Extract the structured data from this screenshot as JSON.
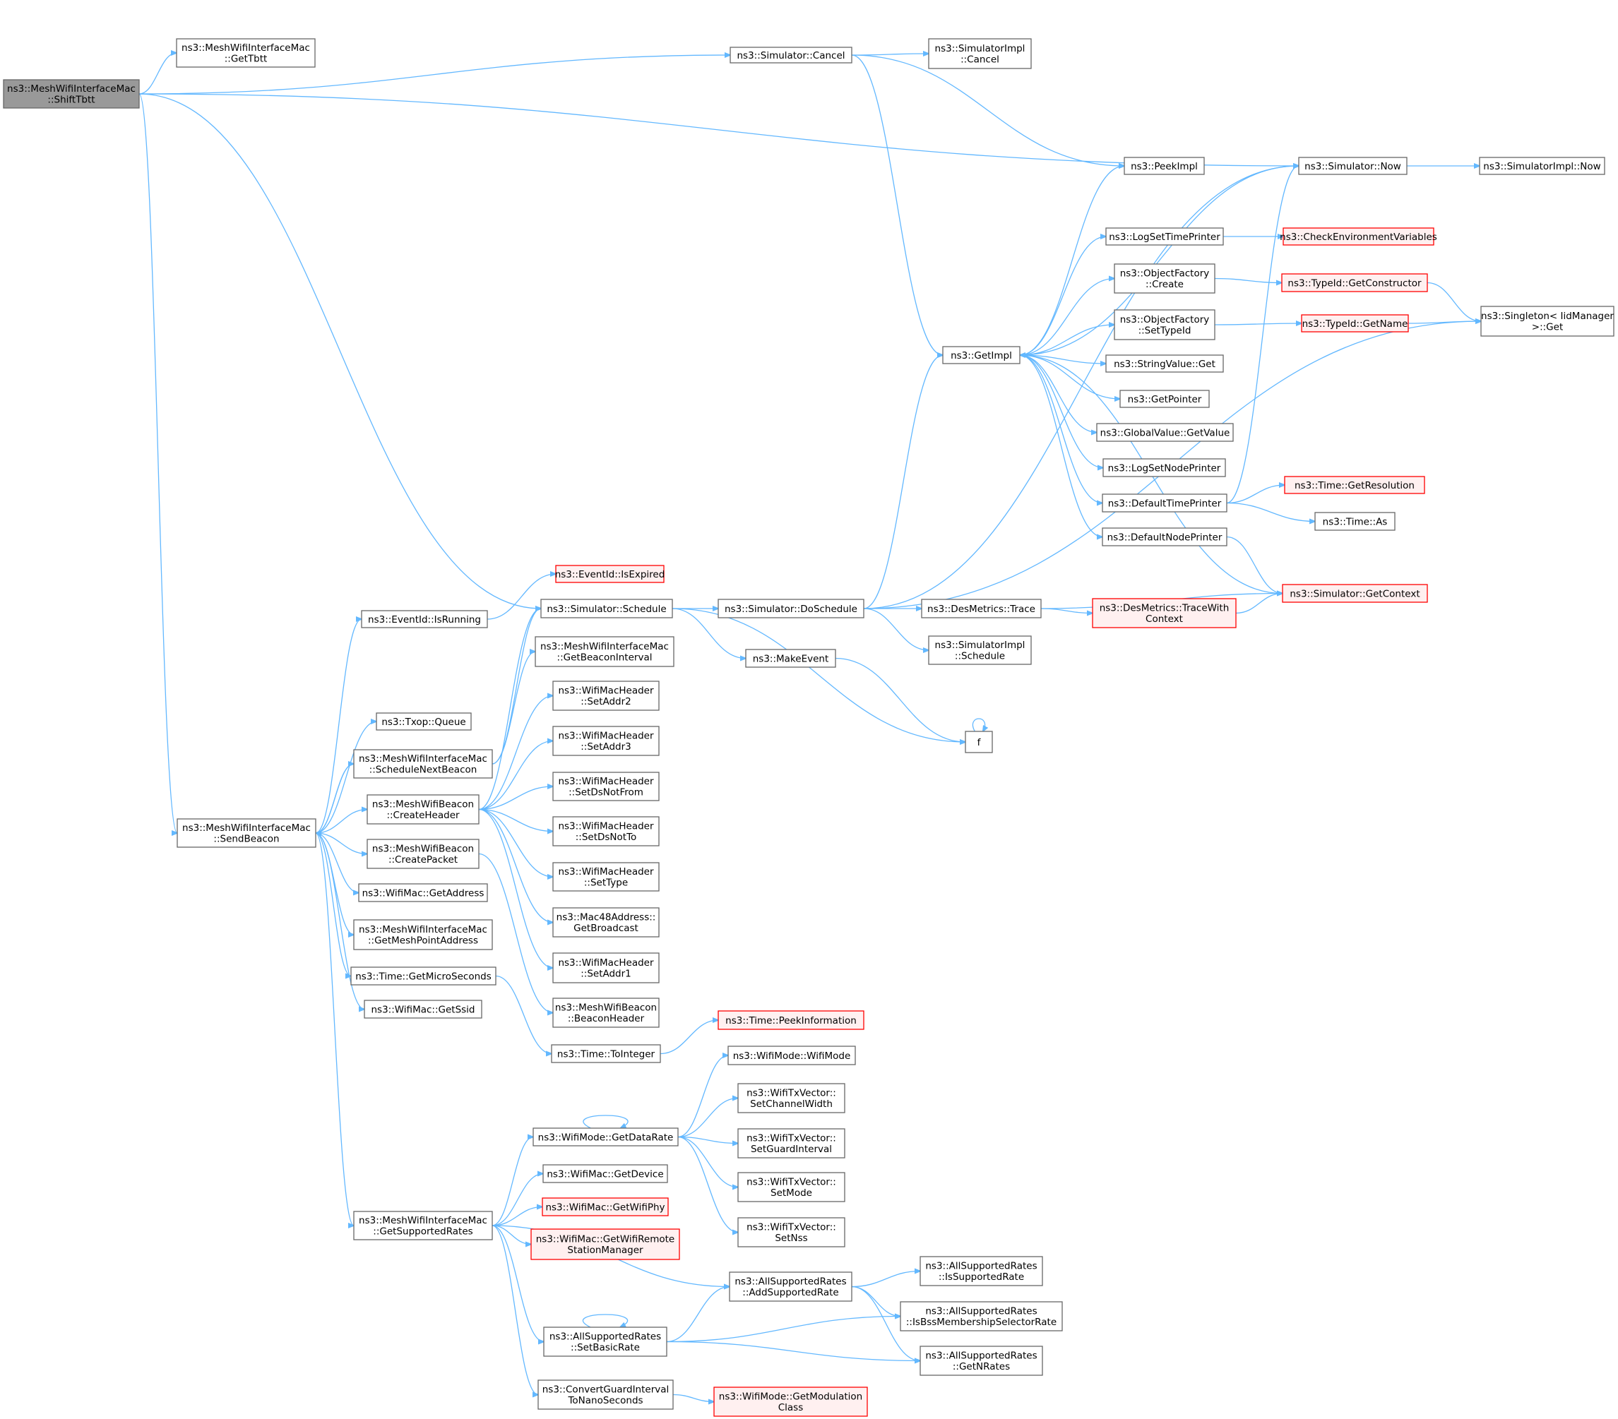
{
  "nodes": [
    {
      "id": "ShiftTbtt",
      "lines": [
        "ns3::MeshWifiInterfaceMac",
        "::ShiftTbtt"
      ],
      "style": "root"
    },
    {
      "id": "GetTbtt",
      "lines": [
        "ns3::MeshWifiInterfaceMac",
        "::GetTbtt"
      ]
    },
    {
      "id": "SimCancel",
      "lines": [
        "ns3::Simulator::Cancel"
      ]
    },
    {
      "id": "SimImplCancel",
      "lines": [
        "ns3::SimulatorImpl",
        "::Cancel"
      ]
    },
    {
      "id": "PeekImpl",
      "lines": [
        "ns3::PeekImpl"
      ]
    },
    {
      "id": "SimNow",
      "lines": [
        "ns3::Simulator::Now"
      ]
    },
    {
      "id": "SimImplNow",
      "lines": [
        "ns3::SimulatorImpl::Now"
      ]
    },
    {
      "id": "LogSetTimePrinter",
      "lines": [
        "ns3::LogSetTimePrinter"
      ]
    },
    {
      "id": "CheckEnv",
      "lines": [
        "ns3::CheckEnvironmentVariables"
      ],
      "style": "trunc"
    },
    {
      "id": "OFCreate",
      "lines": [
        "ns3::ObjectFactory",
        "::Create"
      ]
    },
    {
      "id": "GetConstructor",
      "lines": [
        "ns3::TypeId::GetConstructor"
      ],
      "style": "trunc"
    },
    {
      "id": "SingletonGet",
      "lines": [
        "ns3::Singleton< IidManager",
        "  >::Get"
      ]
    },
    {
      "id": "OFSetTypeId",
      "lines": [
        "ns3::ObjectFactory",
        "::SetTypeId"
      ]
    },
    {
      "id": "GetName",
      "lines": [
        "ns3::TypeId::GetName"
      ],
      "style": "trunc"
    },
    {
      "id": "GetImpl",
      "lines": [
        "ns3::GetImpl"
      ]
    },
    {
      "id": "StringValueGet",
      "lines": [
        "ns3::StringValue::Get"
      ]
    },
    {
      "id": "GetPointer",
      "lines": [
        "ns3::GetPointer"
      ]
    },
    {
      "id": "GVGetValue",
      "lines": [
        "ns3::GlobalValue::GetValue"
      ]
    },
    {
      "id": "LogSetNodePrinter",
      "lines": [
        "ns3::LogSetNodePrinter"
      ]
    },
    {
      "id": "DefaultTimePrinter",
      "lines": [
        "ns3::DefaultTimePrinter"
      ]
    },
    {
      "id": "GetResolution",
      "lines": [
        "ns3::Time::GetResolution"
      ],
      "style": "trunc"
    },
    {
      "id": "TimeAs",
      "lines": [
        "ns3::Time::As"
      ]
    },
    {
      "id": "DefaultNodePrinter",
      "lines": [
        "ns3::DefaultNodePrinter"
      ]
    },
    {
      "id": "IsExpired",
      "lines": [
        "ns3::EventId::IsExpired"
      ],
      "style": "trunc"
    },
    {
      "id": "GetContext",
      "lines": [
        "ns3::Simulator::GetContext"
      ],
      "style": "trunc"
    },
    {
      "id": "IsRunning",
      "lines": [
        "ns3::EventId::IsRunning"
      ]
    },
    {
      "id": "SimSchedule",
      "lines": [
        "ns3::Simulator::Schedule"
      ]
    },
    {
      "id": "DoSchedule",
      "lines": [
        "ns3::Simulator::DoSchedule"
      ]
    },
    {
      "id": "DesTrace",
      "lines": [
        "ns3::DesMetrics::Trace"
      ]
    },
    {
      "id": "TraceWithContext",
      "lines": [
        "ns3::DesMetrics::TraceWith",
        "Context"
      ],
      "style": "trunc"
    },
    {
      "id": "SimImplSchedule",
      "lines": [
        "ns3::SimulatorImpl",
        "::Schedule"
      ]
    },
    {
      "id": "GetBeaconInterval",
      "lines": [
        "ns3::MeshWifiInterfaceMac",
        "::GetBeaconInterval"
      ]
    },
    {
      "id": "MakeEvent",
      "lines": [
        "ns3::MakeEvent"
      ]
    },
    {
      "id": "SetAddr2",
      "lines": [
        "ns3::WifiMacHeader",
        "::SetAddr2"
      ]
    },
    {
      "id": "f",
      "lines": [
        "f"
      ]
    },
    {
      "id": "TxopQueue",
      "lines": [
        "ns3::Txop::Queue"
      ]
    },
    {
      "id": "SetAddr3",
      "lines": [
        "ns3::WifiMacHeader",
        "::SetAddr3"
      ]
    },
    {
      "id": "ScheduleNextBeacon",
      "lines": [
        "ns3::MeshWifiInterfaceMac",
        "::ScheduleNextBeacon"
      ]
    },
    {
      "id": "SetDsNotFrom",
      "lines": [
        "ns3::WifiMacHeader",
        "::SetDsNotFrom"
      ]
    },
    {
      "id": "CreateHeader",
      "lines": [
        "ns3::MeshWifiBeacon",
        "::CreateHeader"
      ]
    },
    {
      "id": "SendBeacon",
      "lines": [
        "ns3::MeshWifiInterfaceMac",
        "::SendBeacon"
      ]
    },
    {
      "id": "SetDsNotTo",
      "lines": [
        "ns3::WifiMacHeader",
        "::SetDsNotTo"
      ]
    },
    {
      "id": "CreatePacket",
      "lines": [
        "ns3::MeshWifiBeacon",
        "::CreatePacket"
      ]
    },
    {
      "id": "SetType",
      "lines": [
        "ns3::WifiMacHeader",
        "::SetType"
      ]
    },
    {
      "id": "GetAddress",
      "lines": [
        "ns3::WifiMac::GetAddress"
      ]
    },
    {
      "id": "GetBroadcast",
      "lines": [
        "ns3::Mac48Address::",
        "GetBroadcast"
      ]
    },
    {
      "id": "GetMeshPointAddress",
      "lines": [
        "ns3::MeshWifiInterfaceMac",
        "::GetMeshPointAddress"
      ]
    },
    {
      "id": "SetAddr1",
      "lines": [
        "ns3::WifiMacHeader",
        "::SetAddr1"
      ]
    },
    {
      "id": "GetMicroSeconds",
      "lines": [
        "ns3::Time::GetMicroSeconds"
      ]
    },
    {
      "id": "GetSsid",
      "lines": [
        "ns3::WifiMac::GetSsid"
      ]
    },
    {
      "id": "BeaconHeader",
      "lines": [
        "ns3::MeshWifiBeacon",
        "::BeaconHeader"
      ]
    },
    {
      "id": "PeekInformation",
      "lines": [
        "ns3::Time::PeekInformation"
      ],
      "style": "trunc"
    },
    {
      "id": "ToInteger",
      "lines": [
        "ns3::Time::ToInteger"
      ]
    },
    {
      "id": "WifiModeWifiMode",
      "lines": [
        "ns3::WifiMode::WifiMode"
      ]
    },
    {
      "id": "SetChannelWidth",
      "lines": [
        "ns3::WifiTxVector::",
        "SetChannelWidth"
      ]
    },
    {
      "id": "GetDataRate",
      "lines": [
        "ns3::WifiMode::GetDataRate"
      ]
    },
    {
      "id": "SetGuardInterval",
      "lines": [
        "ns3::WifiTxVector::",
        "SetGuardInterval"
      ]
    },
    {
      "id": "GetDevice",
      "lines": [
        "ns3::WifiMac::GetDevice"
      ]
    },
    {
      "id": "SetMode",
      "lines": [
        "ns3::WifiTxVector::",
        "SetMode"
      ]
    },
    {
      "id": "GetWifiPhy",
      "lines": [
        "ns3::WifiMac::GetWifiPhy"
      ],
      "style": "trunc"
    },
    {
      "id": "GetSupportedRates",
      "lines": [
        "ns3::MeshWifiInterfaceMac",
        "::GetSupportedRates"
      ]
    },
    {
      "id": "SetNss",
      "lines": [
        "ns3::WifiTxVector::",
        "SetNss"
      ]
    },
    {
      "id": "GetWifiRemote",
      "lines": [
        "ns3::WifiMac::GetWifiRemote",
        "StationManager"
      ],
      "style": "trunc"
    },
    {
      "id": "IsSupportedRate",
      "lines": [
        "ns3::AllSupportedRates",
        "::IsSupportedRate"
      ]
    },
    {
      "id": "AddSupportedRate",
      "lines": [
        "ns3::AllSupportedRates",
        "::AddSupportedRate"
      ]
    },
    {
      "id": "IsBssMembership",
      "lines": [
        "ns3::AllSupportedRates",
        "::IsBssMembershipSelectorRate"
      ]
    },
    {
      "id": "SetBasicRate",
      "lines": [
        "ns3::AllSupportedRates",
        "::SetBasicRate"
      ]
    },
    {
      "id": "GetNRates",
      "lines": [
        "ns3::AllSupportedRates",
        "::GetNRates"
      ]
    },
    {
      "id": "ConvertGI",
      "lines": [
        "ns3::ConvertGuardInterval",
        "ToNanoSeconds"
      ]
    },
    {
      "id": "GetModulationClass",
      "lines": [
        "ns3::WifiMode::GetModulation",
        "Class"
      ],
      "style": "trunc"
    }
  ],
  "edges": [
    [
      "ShiftTbtt",
      "GetTbtt"
    ],
    [
      "ShiftTbtt",
      "SimCancel"
    ],
    [
      "ShiftTbtt",
      "SimNow"
    ],
    [
      "ShiftTbtt",
      "SimSchedule"
    ],
    [
      "ShiftTbtt",
      "SendBeacon"
    ],
    [
      "SimCancel",
      "SimImplCancel"
    ],
    [
      "SimCancel",
      "PeekImpl"
    ],
    [
      "SimCancel",
      "GetImpl"
    ],
    [
      "SimNow",
      "SimImplNow"
    ],
    [
      "GetImpl",
      "PeekImpl"
    ],
    [
      "GetImpl",
      "SimNow"
    ],
    [
      "GetImpl",
      "LogSetTimePrinter"
    ],
    [
      "GetImpl",
      "OFCreate"
    ],
    [
      "GetImpl",
      "OFSetTypeId"
    ],
    [
      "GetImpl",
      "StringValueGet"
    ],
    [
      "GetImpl",
      "GetPointer"
    ],
    [
      "GetImpl",
      "GVGetValue"
    ],
    [
      "GetImpl",
      "LogSetNodePrinter"
    ],
    [
      "GetImpl",
      "DefaultTimePrinter"
    ],
    [
      "GetImpl",
      "DefaultNodePrinter"
    ],
    [
      "LogSetTimePrinter",
      "CheckEnv"
    ],
    [
      "OFCreate",
      "GetConstructor"
    ],
    [
      "GetConstructor",
      "SingletonGet"
    ],
    [
      "OFSetTypeId",
      "GetName"
    ],
    [
      "GetName",
      "SingletonGet"
    ],
    [
      "DefaultTimePrinter",
      "SimNow"
    ],
    [
      "DefaultTimePrinter",
      "GetResolution"
    ],
    [
      "DefaultTimePrinter",
      "TimeAs"
    ],
    [
      "DefaultNodePrinter",
      "GetContext"
    ],
    [
      "GetContext",
      "GetImpl"
    ],
    [
      "IsRunning",
      "IsExpired"
    ],
    [
      "SimSchedule",
      "DoSchedule"
    ],
    [
      "SimSchedule",
      "MakeEvent"
    ],
    [
      "SimSchedule",
      "f"
    ],
    [
      "DoSchedule",
      "GetImpl"
    ],
    [
      "DoSchedule",
      "SimNow"
    ],
    [
      "DoSchedule",
      "DesTrace"
    ],
    [
      "DoSchedule",
      "SimImplSchedule"
    ],
    [
      "DoSchedule",
      "SingletonGet"
    ],
    [
      "DesTrace",
      "TraceWithContext"
    ],
    [
      "DesTrace",
      "GetContext"
    ],
    [
      "TraceWithContext",
      "GetContext"
    ],
    [
      "MakeEvent",
      "f"
    ],
    [
      "f",
      "f"
    ],
    [
      "SendBeacon",
      "IsRunning"
    ],
    [
      "SendBeacon",
      "TxopQueue"
    ],
    [
      "SendBeacon",
      "ScheduleNextBeacon"
    ],
    [
      "SendBeacon",
      "CreateHeader"
    ],
    [
      "SendBeacon",
      "CreatePacket"
    ],
    [
      "SendBeacon",
      "GetAddress"
    ],
    [
      "SendBeacon",
      "GetMeshPointAddress"
    ],
    [
      "SendBeacon",
      "GetMicroSeconds"
    ],
    [
      "SendBeacon",
      "GetSsid"
    ],
    [
      "SendBeacon",
      "GetSupportedRates"
    ],
    [
      "ScheduleNextBeacon",
      "SimSchedule"
    ],
    [
      "ScheduleNextBeacon",
      "GetBeaconInterval"
    ],
    [
      "ScheduleNextBeacon",
      "SendBeacon"
    ],
    [
      "CreateHeader",
      "SimSchedule"
    ],
    [
      "CreateHeader",
      "SetAddr2"
    ],
    [
      "CreateHeader",
      "SetAddr3"
    ],
    [
      "CreateHeader",
      "SetDsNotFrom"
    ],
    [
      "CreateHeader",
      "SetDsNotTo"
    ],
    [
      "CreateHeader",
      "SetType"
    ],
    [
      "CreateHeader",
      "GetBroadcast"
    ],
    [
      "CreateHeader",
      "SetAddr1"
    ],
    [
      "CreatePacket",
      "BeaconHeader"
    ],
    [
      "GetMicroSeconds",
      "ToInteger"
    ],
    [
      "ToInteger",
      "PeekInformation"
    ],
    [
      "GetSupportedRates",
      "GetDataRate"
    ],
    [
      "GetSupportedRates",
      "GetDevice"
    ],
    [
      "GetSupportedRates",
      "GetWifiPhy"
    ],
    [
      "GetSupportedRates",
      "GetWifiRemote"
    ],
    [
      "GetSupportedRates",
      "AddSupportedRate"
    ],
    [
      "GetSupportedRates",
      "SetBasicRate"
    ],
    [
      "GetSupportedRates",
      "ConvertGI"
    ],
    [
      "GetDataRate",
      "GetDataRate"
    ],
    [
      "GetDataRate",
      "WifiModeWifiMode"
    ],
    [
      "GetDataRate",
      "SetChannelWidth"
    ],
    [
      "GetDataRate",
      "SetGuardInterval"
    ],
    [
      "GetDataRate",
      "SetMode"
    ],
    [
      "GetDataRate",
      "SetNss"
    ],
    [
      "AddSupportedRate",
      "IsSupportedRate"
    ],
    [
      "AddSupportedRate",
      "IsBssMembership"
    ],
    [
      "AddSupportedRate",
      "GetNRates"
    ],
    [
      "SetBasicRate",
      "SetBasicRate"
    ],
    [
      "SetBasicRate",
      "AddSupportedRate"
    ],
    [
      "SetBasicRate",
      "IsBssMembership"
    ],
    [
      "SetBasicRate",
      "GetNRates"
    ],
    [
      "ConvertGI",
      "GetModulationClass"
    ]
  ],
  "colors": {
    "edge": "#63b8ff",
    "node_border": "#666666",
    "truncated_border": "#ff0000",
    "truncated_fill": "#fff0f0",
    "root_fill": "#999999"
  }
}
